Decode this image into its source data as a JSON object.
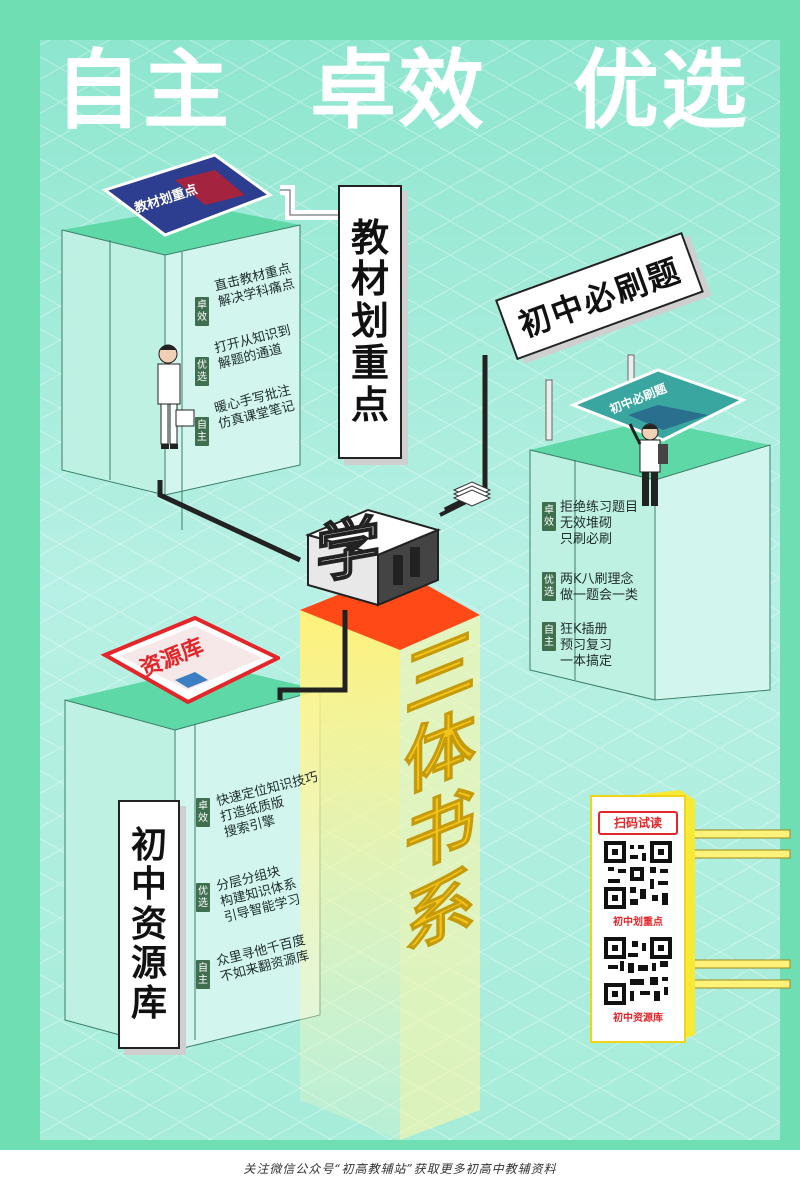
{
  "headline": {
    "part1": "自主",
    "part2": "卓效",
    "part3": "优选"
  },
  "colors": {
    "mint": "#6fe0b2",
    "teal": "#9fe6d8",
    "orange": "#ff4a17",
    "yellow": "#fff06a"
  },
  "signs": {
    "textbook": [
      "教",
      "材",
      "划",
      "重",
      "点"
    ],
    "practice": "初中必刷题",
    "resource": [
      "初",
      "中",
      "资",
      "源",
      "库"
    ],
    "series": [
      "三",
      "体",
      "书",
      "系"
    ],
    "center_glyph": "学"
  },
  "books": {
    "textbook_cover": "教材划重点",
    "practice_cover": "初中必刷题",
    "resource_cover": "资源库"
  },
  "left_top_features": [
    {
      "tag": [
        "卓",
        "效"
      ],
      "lines": [
        "直击教材重点",
        "解决学科痛点"
      ]
    },
    {
      "tag": [
        "优",
        "选"
      ],
      "lines": [
        "打开从知识到",
        "解题的通道"
      ]
    },
    {
      "tag": [
        "自",
        "主"
      ],
      "lines": [
        "暖心手写批注",
        "仿真课堂笔记"
      ]
    }
  ],
  "right_features": [
    {
      "tag": [
        "卓",
        "效"
      ],
      "lines": [
        "拒绝练习题目",
        "无效堆砌",
        "只刷必刷"
      ]
    },
    {
      "tag": [
        "优",
        "选"
      ],
      "lines": [
        "两K八刷理念",
        "做一题会一类"
      ]
    },
    {
      "tag": [
        "自",
        "主"
      ],
      "lines": [
        "狂K插册",
        "预习复习",
        "一本搞定"
      ]
    }
  ],
  "bottom_features": [
    {
      "tag": [
        "卓",
        "效"
      ],
      "lines": [
        "快速定位知识技巧",
        "打造纸质版",
        "搜索引擎"
      ]
    },
    {
      "tag": [
        "优",
        "选"
      ],
      "lines": [
        "分层分组块",
        "构建知识体系",
        "引导智能学习"
      ]
    },
    {
      "tag": [
        "自",
        "主"
      ],
      "lines": [
        "众里寻他千百度",
        "不如来翻资源库"
      ]
    }
  ],
  "qr": {
    "title": "扫码试读",
    "items": [
      {
        "caption": "初中划重点"
      },
      {
        "caption": "初中资源库"
      }
    ]
  },
  "footer": "关注微信公众号“初高教辅站”获取更多初高中教辅资料"
}
